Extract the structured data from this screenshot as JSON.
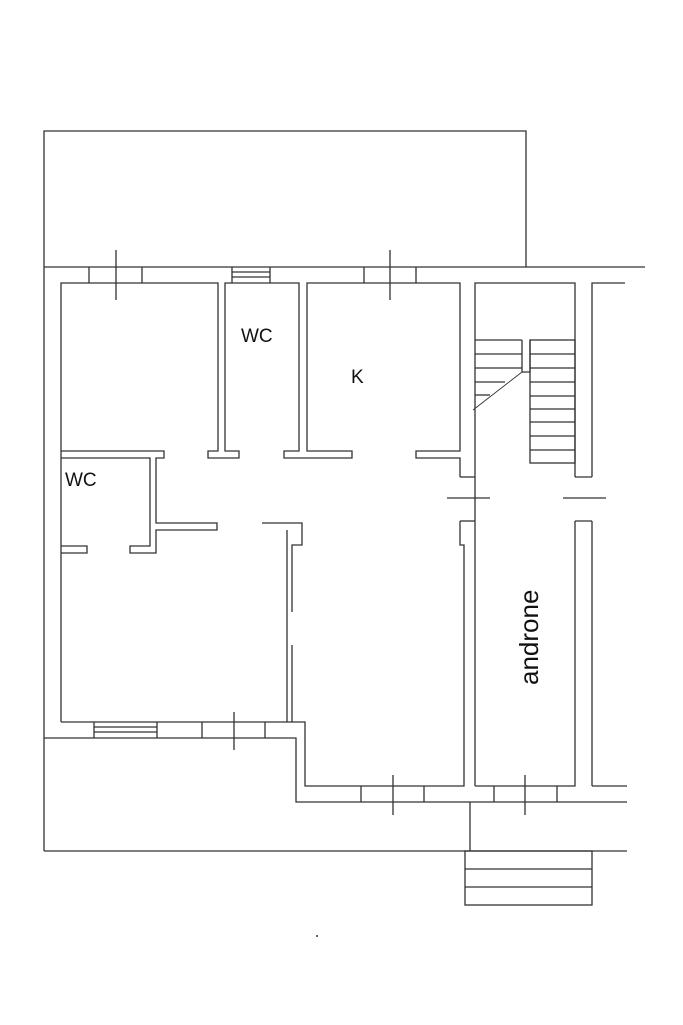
{
  "plan": {
    "labels": {
      "wc_top": "WC",
      "kitchen": "K",
      "wc_left": "WC",
      "hall": "androne"
    },
    "stroke_color": "#333333",
    "background": "#ffffff"
  }
}
